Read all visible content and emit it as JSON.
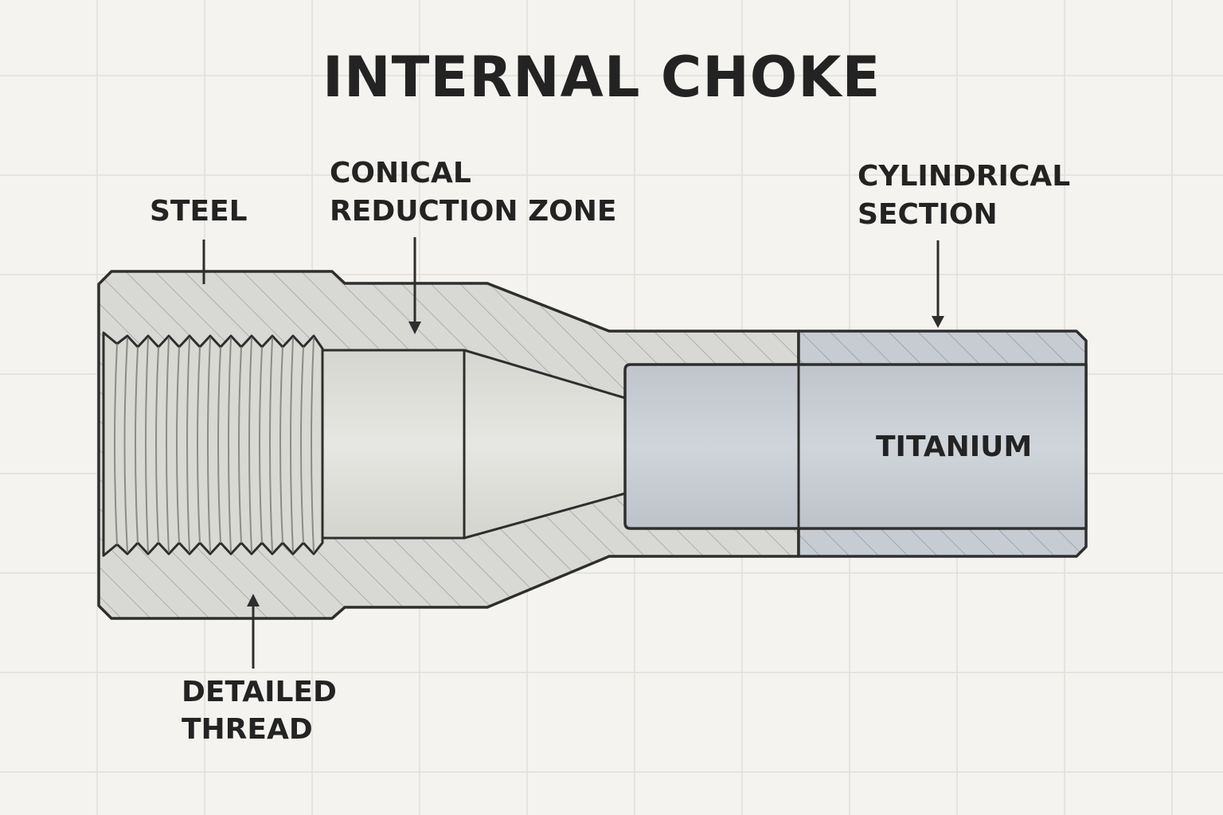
{
  "title": "INTERNAL CHOKE",
  "labels": {
    "steel": "STEEL",
    "conical_line1": "CONICAL",
    "conical_line2": "REDUCTION ZONE",
    "cylindrical_line1": "CYLINDRICAL",
    "cylindrical_line2": "SECTION",
    "titanium": "TITANIUM",
    "thread_line1": "DETAILED",
    "thread_line2": "THREAD"
  },
  "colors": {
    "background": "#f4f3ef",
    "grid": "#e1e0dc",
    "steel": "#d8d8d5",
    "bore": "#e3e3df",
    "titanium": "#c2c8ce",
    "outline": "#2e2e2e",
    "text": "#232323"
  }
}
